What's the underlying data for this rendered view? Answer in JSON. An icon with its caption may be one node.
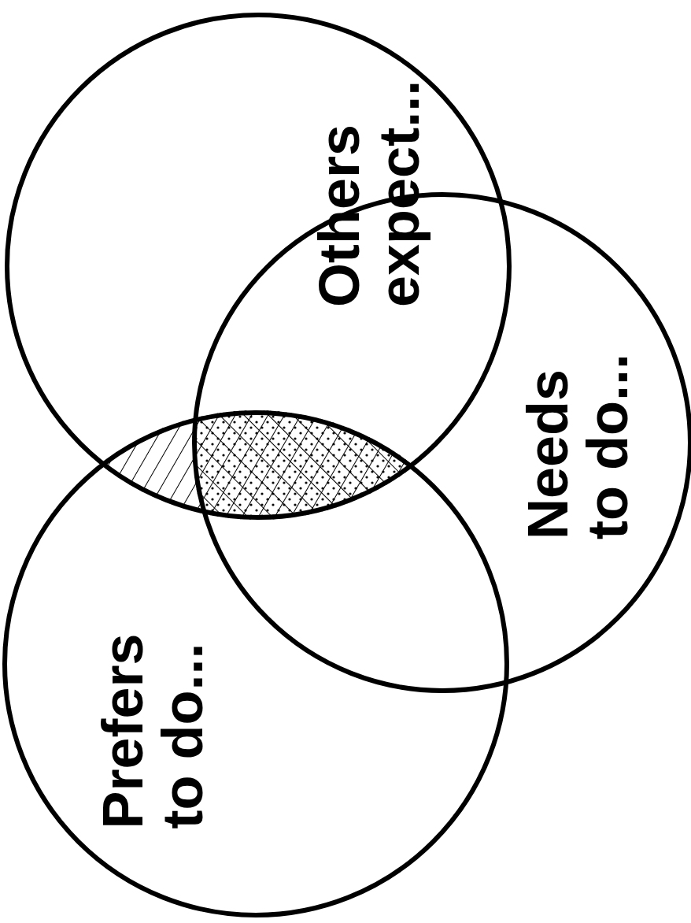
{
  "diagram": {
    "nodes": [
      {
        "text": [
          "Others expect..."
        ]
      },
      {
        "text": [
          "Needs to do..."
        ]
      },
      {
        "text": [
          "Prefers to do..."
        ]
      }
    ]
  }
}
